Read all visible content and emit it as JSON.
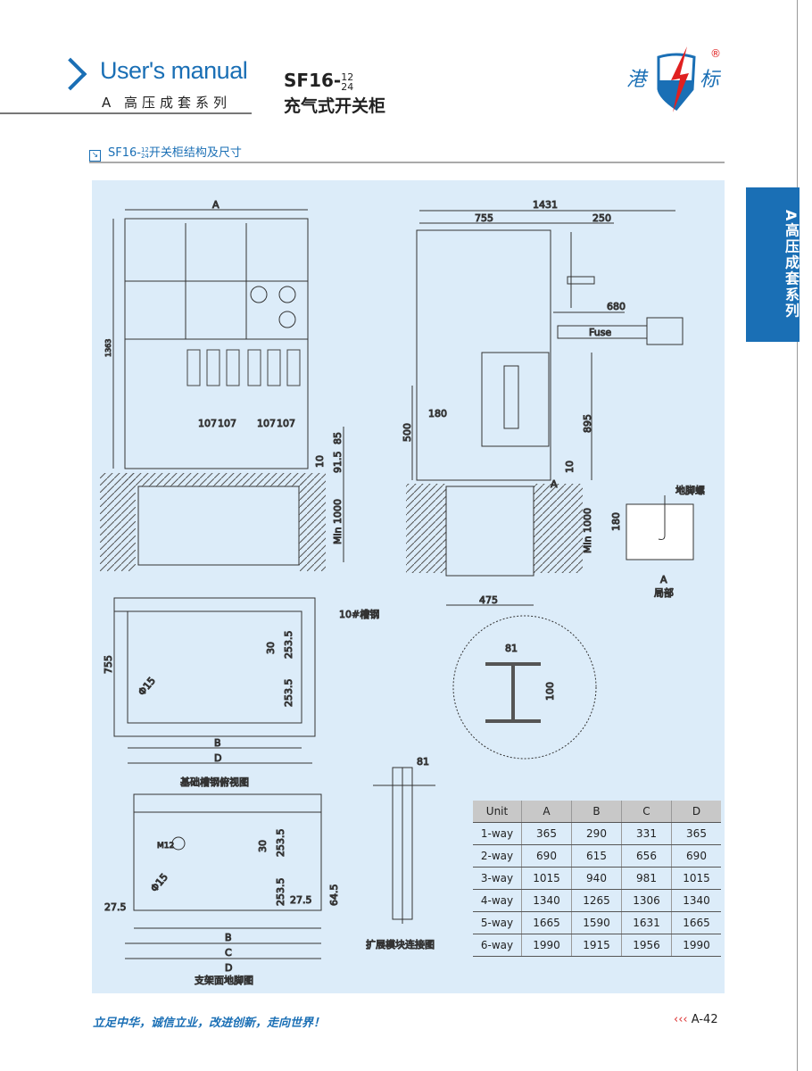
{
  "header": {
    "manual": "User's manual",
    "series": "A 高压成套系列",
    "model": "SF16-",
    "model_top": "12",
    "model_bottom": "24",
    "subtitle": "充气式开关柜",
    "brand_left": "港",
    "brand_right": "标",
    "registered": "®"
  },
  "side_tab": {
    "label": "A高压成套系列"
  },
  "section": {
    "icon": "arrow-box-icon",
    "prefix": "SF16-",
    "sup": "12",
    "sub": "24",
    "title": "开关柜结构及尺寸"
  },
  "drawings": {
    "front": {
      "A": "A",
      "h1363": "1363",
      "d107a": "107",
      "d107b": "107",
      "d107c": "107",
      "d107d": "107",
      "d85": "85",
      "d10": "10",
      "d915": "91.5",
      "min1000": "Min 1000"
    },
    "side": {
      "d1431": "1431",
      "d755": "755",
      "d250": "250",
      "d680": "680",
      "fuse": "Fuse",
      "d500": "500",
      "d180": "180",
      "d895": "895",
      "d10": "10",
      "min1000": "Min 1000",
      "d475": "475",
      "A": "A"
    },
    "detail": {
      "bolt": "地脚螺",
      "d180": "180",
      "A": "A",
      "caption": "局部"
    },
    "base": {
      "channel": "10#槽钢",
      "d755": "755",
      "d30": "30",
      "d2535a": "253.5",
      "d2535b": "253.5",
      "phi": "Φ15",
      "B": "B",
      "D": "D",
      "caption": "基础槽钢俯视图"
    },
    "beam": {
      "d81": "81",
      "d100": "100"
    },
    "ext": {
      "d81": "81",
      "caption": "扩展模块连接图"
    },
    "frame": {
      "m12": "M12",
      "d30": "30",
      "d2535a": "253.5",
      "phi": "Φ15",
      "d2535b": "253.5",
      "d275a": "27.5",
      "d275b": "27.5",
      "d645": "64.5",
      "B": "B",
      "C": "C",
      "D": "D",
      "caption": "支架面地脚图"
    }
  },
  "table": {
    "headers": [
      "Unit",
      "A",
      "B",
      "C",
      "D"
    ],
    "rows": [
      [
        "1-way",
        "365",
        "290",
        "331",
        "365"
      ],
      [
        "2-way",
        "690",
        "615",
        "656",
        "690"
      ],
      [
        "3-way",
        "1015",
        "940",
        "981",
        "1015"
      ],
      [
        "4-way",
        "1340",
        "1265",
        "1306",
        "1340"
      ],
      [
        "5-way",
        "1665",
        "1590",
        "1631",
        "1665"
      ],
      [
        "6-way",
        "1990",
        "1915",
        "1956",
        "1990"
      ]
    ]
  },
  "footer": {
    "slogan": "立足中华，诚信立业，改进创新，走向世界！",
    "arrows": "‹‹‹",
    "page": "A-42"
  },
  "colors": {
    "brand": "#1a6fb5",
    "panel": "#dcecf9",
    "accent": "#d33"
  }
}
